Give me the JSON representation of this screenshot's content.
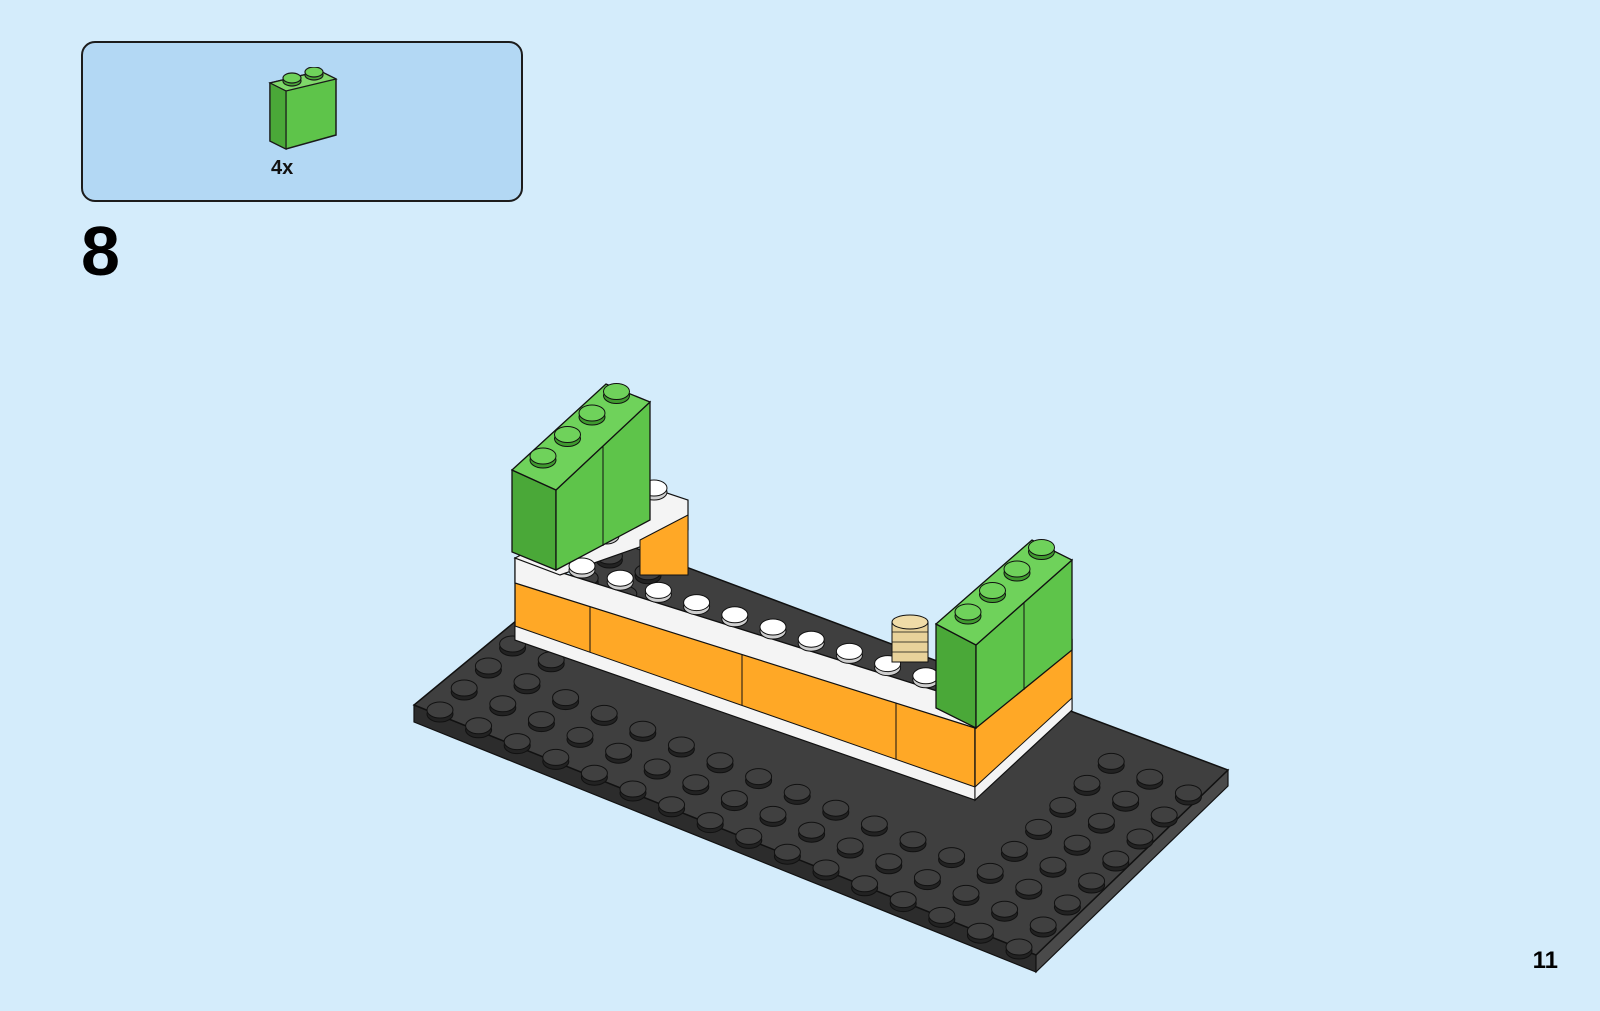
{
  "parts_list": {
    "items": [
      {
        "quantity": "4x",
        "part": "green-1x2-brick-icon",
        "color": "#5ec44a"
      }
    ]
  },
  "step": {
    "number": "8"
  },
  "page": {
    "number": "11"
  },
  "colors": {
    "background": "#d4ecfb",
    "parts_box": "#b3d8f4",
    "green": "#5ec44a",
    "orange": "#ffa826",
    "white": "#f4f4f4",
    "dark_gray": "#3e3e3e"
  }
}
